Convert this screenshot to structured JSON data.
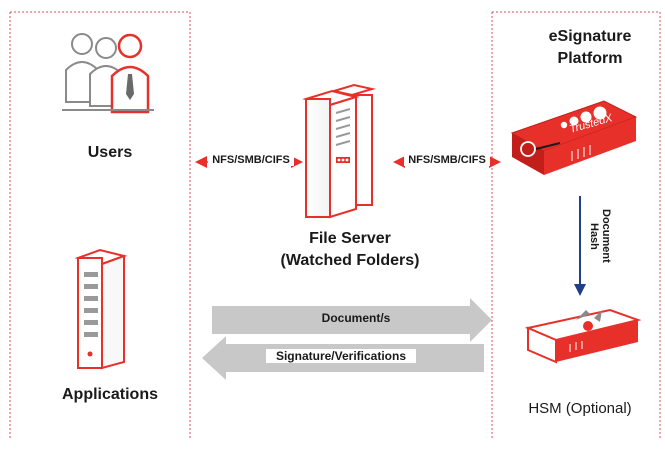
{
  "left_panel": {
    "users_label": "Users",
    "applications_label": "Applications"
  },
  "center": {
    "protocol_left": "NFS/SMB/CIFS",
    "protocol_right": "NFS/SMB/CIFS",
    "file_server_line1": "File Server",
    "file_server_line2": "(Watched Folders)",
    "arrow_document": "Document/s",
    "arrow_signature": "Signature/Verifications"
  },
  "right_panel": {
    "title_line1": "eSignature",
    "title_line2": "Platform",
    "device_brand": "TrustedX",
    "vertical_label_line1": "Document",
    "vertical_label_line2": "Hash",
    "hsm_label": "HSM (Optional)"
  },
  "colors": {
    "accent_red": "#e8302a",
    "dashed_border": "#d9534f",
    "arrow_gray": "#c8c8c8",
    "arrow_blue": "#1f3f8a"
  }
}
